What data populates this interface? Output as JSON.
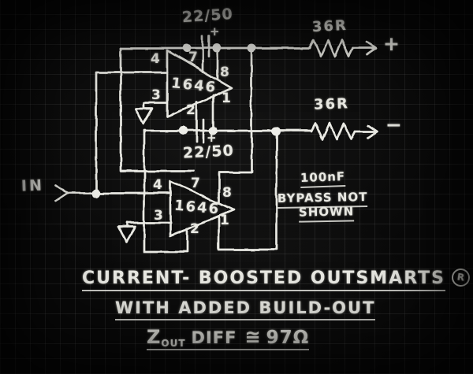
{
  "colors": {
    "background": "#090909",
    "grid": "#2a2a2a",
    "chalk": "#e9e9e3"
  },
  "diagram": {
    "input": {
      "label": "IN"
    },
    "opamp1": {
      "part": "1646",
      "pin4": "4",
      "pin7": "7",
      "pin8": "8",
      "pin1": "1",
      "pin2": "2",
      "pin3": "3"
    },
    "opamp2": {
      "part": "1646",
      "pin4": "4",
      "pin7": "7",
      "pin8": "8",
      "pin1": "1",
      "pin2": "2",
      "pin3": "3"
    },
    "cap_top": {
      "value": "22/50",
      "polarity": "+"
    },
    "cap_bottom": {
      "value": "22/50",
      "polarity": "+"
    },
    "res_top": {
      "value": "36R",
      "terminal": "+"
    },
    "res_bottom": {
      "value": "36R",
      "terminal": "−"
    },
    "note": {
      "line1": "100nF",
      "line2": "BYPASS NOT",
      "line3": "SHOWN"
    },
    "captions": {
      "line1": "CURRENT- BOOSTED OUTSMARTS",
      "registered": "R",
      "line2": "WITH ADDED BUILD-OUT",
      "line3": {
        "z": "Z",
        "sub": "OUT",
        "label": "DIFF",
        "approx": "≅",
        "value": "97Ω"
      }
    }
  }
}
